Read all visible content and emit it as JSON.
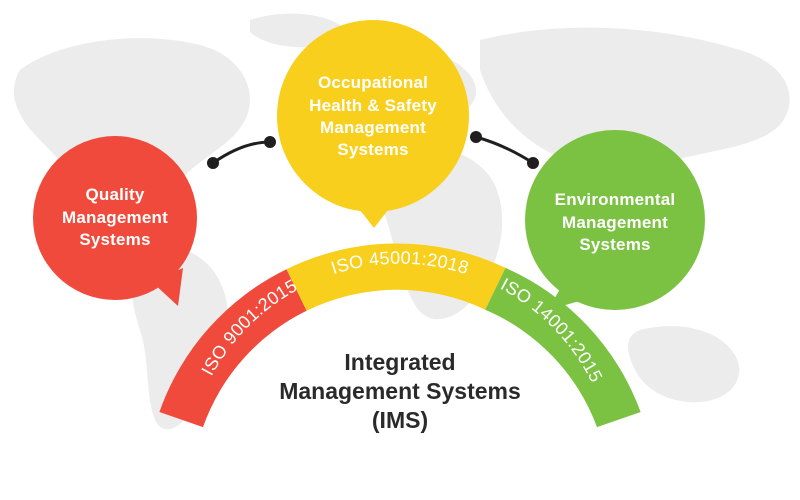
{
  "colors": {
    "red": "#f04a3c",
    "yellow": "#f9cf1d",
    "green": "#7cc242",
    "map": "#ececec",
    "connector": "#1f1f1f",
    "title_text": "#2a2a2a"
  },
  "bubbles": {
    "quality": {
      "text": "Quality\nManagement\nSystems"
    },
    "ohs": {
      "text": "Occupational\nHealth & Safety\nManagement\nSystems"
    },
    "environmental": {
      "text": "Environmental\nManagement\nSystems"
    }
  },
  "arc_segments": {
    "iso9001": "ISO 9001:2015",
    "iso45001": "ISO 45001:2018",
    "iso14001": "ISO 14001:2015"
  },
  "center": {
    "title": "Integrated\nManagement Systems\n(IMS)"
  }
}
